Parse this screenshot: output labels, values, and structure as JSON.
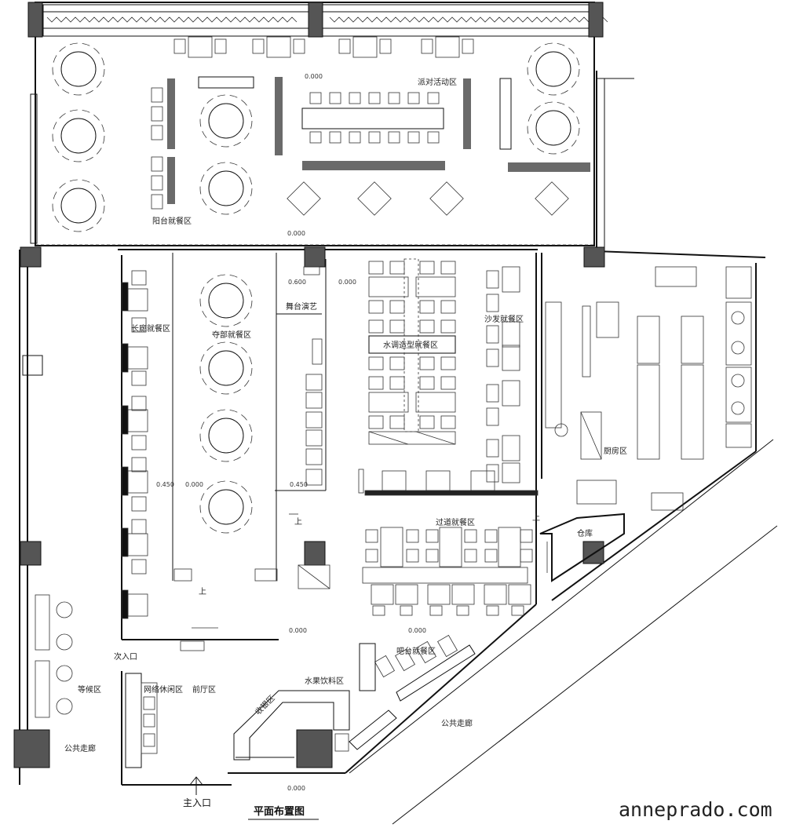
{
  "title": "平面布置图",
  "watermark": "anneprado.com",
  "entrances": {
    "main": "主入口",
    "secondary": "次入口",
    "up": "上"
  },
  "zones": {
    "party": "派对活动区",
    "balcony": "阳台就餐区",
    "corridor_dining": "长廊就餐区",
    "center_dining": "夺部就餐区",
    "stage": "舞台演艺",
    "water": "水调造型就餐区",
    "sofa": "沙发就餐区",
    "kitchen": "厨房区",
    "transition": "过道就餐区",
    "warehouse": "仓库",
    "bar": "吧台就餐区",
    "fruit_drink": "水果饮料区",
    "cashier": "收银区",
    "internet": "网络休闲区",
    "hall": "前厅区",
    "waiting": "等候区",
    "public_left": "公共走廊",
    "public_right": "公共走廊"
  },
  "levels": {
    "l1": "0.000",
    "l2": "0.000",
    "l3": "0.600",
    "l4": "0.000",
    "l5": "0.450",
    "l6": "0.000",
    "l7": "0.450",
    "l8": "0.000",
    "l9": "0.000",
    "l10": "0.000"
  }
}
